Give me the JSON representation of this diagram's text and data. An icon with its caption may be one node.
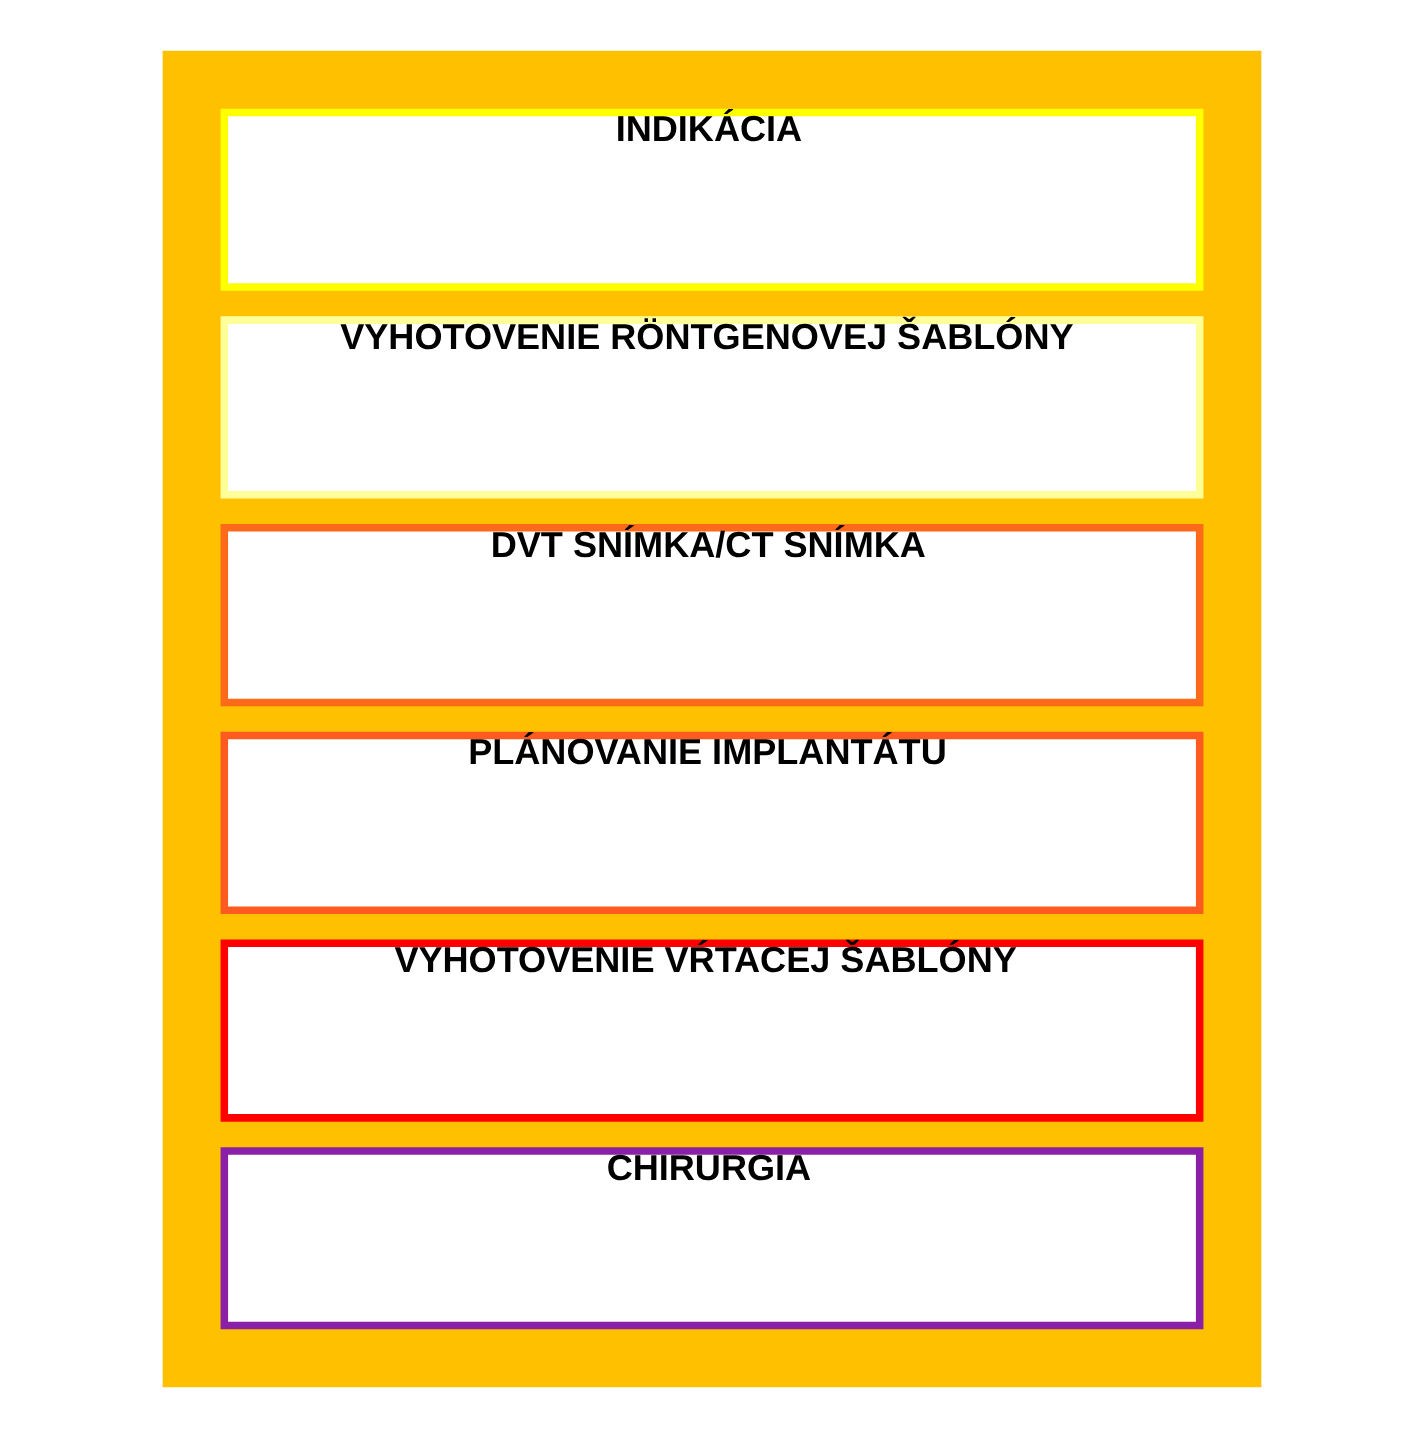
{
  "diagram": {
    "nodes": [
      {
        "text": [],
        "shape": "arrow"
      },
      {
        "text": [
          "INDIKÁCIA"
        ],
        "in": 0
      },
      {
        "text": [
          "VYHOTOVENIE RÖNTGENOVEJ ŠABLÓNY"
        ],
        "in": 0
      },
      {
        "text": [
          "DVT SNÍMKA/CT SNÍMKA"
        ],
        "in": 0
      },
      {
        "text": [
          "PLÁNOVANIE IMPLANTÁTU"
        ],
        "in": 0
      },
      {
        "text": [
          "VYHOTOVENIE VŔTACEJ ŠABLÓNY"
        ],
        "in": 0
      },
      {
        "text": [
          "CHIRURGIA"
        ],
        "in": 0
      }
    ],
    "edges": []
  }
}
